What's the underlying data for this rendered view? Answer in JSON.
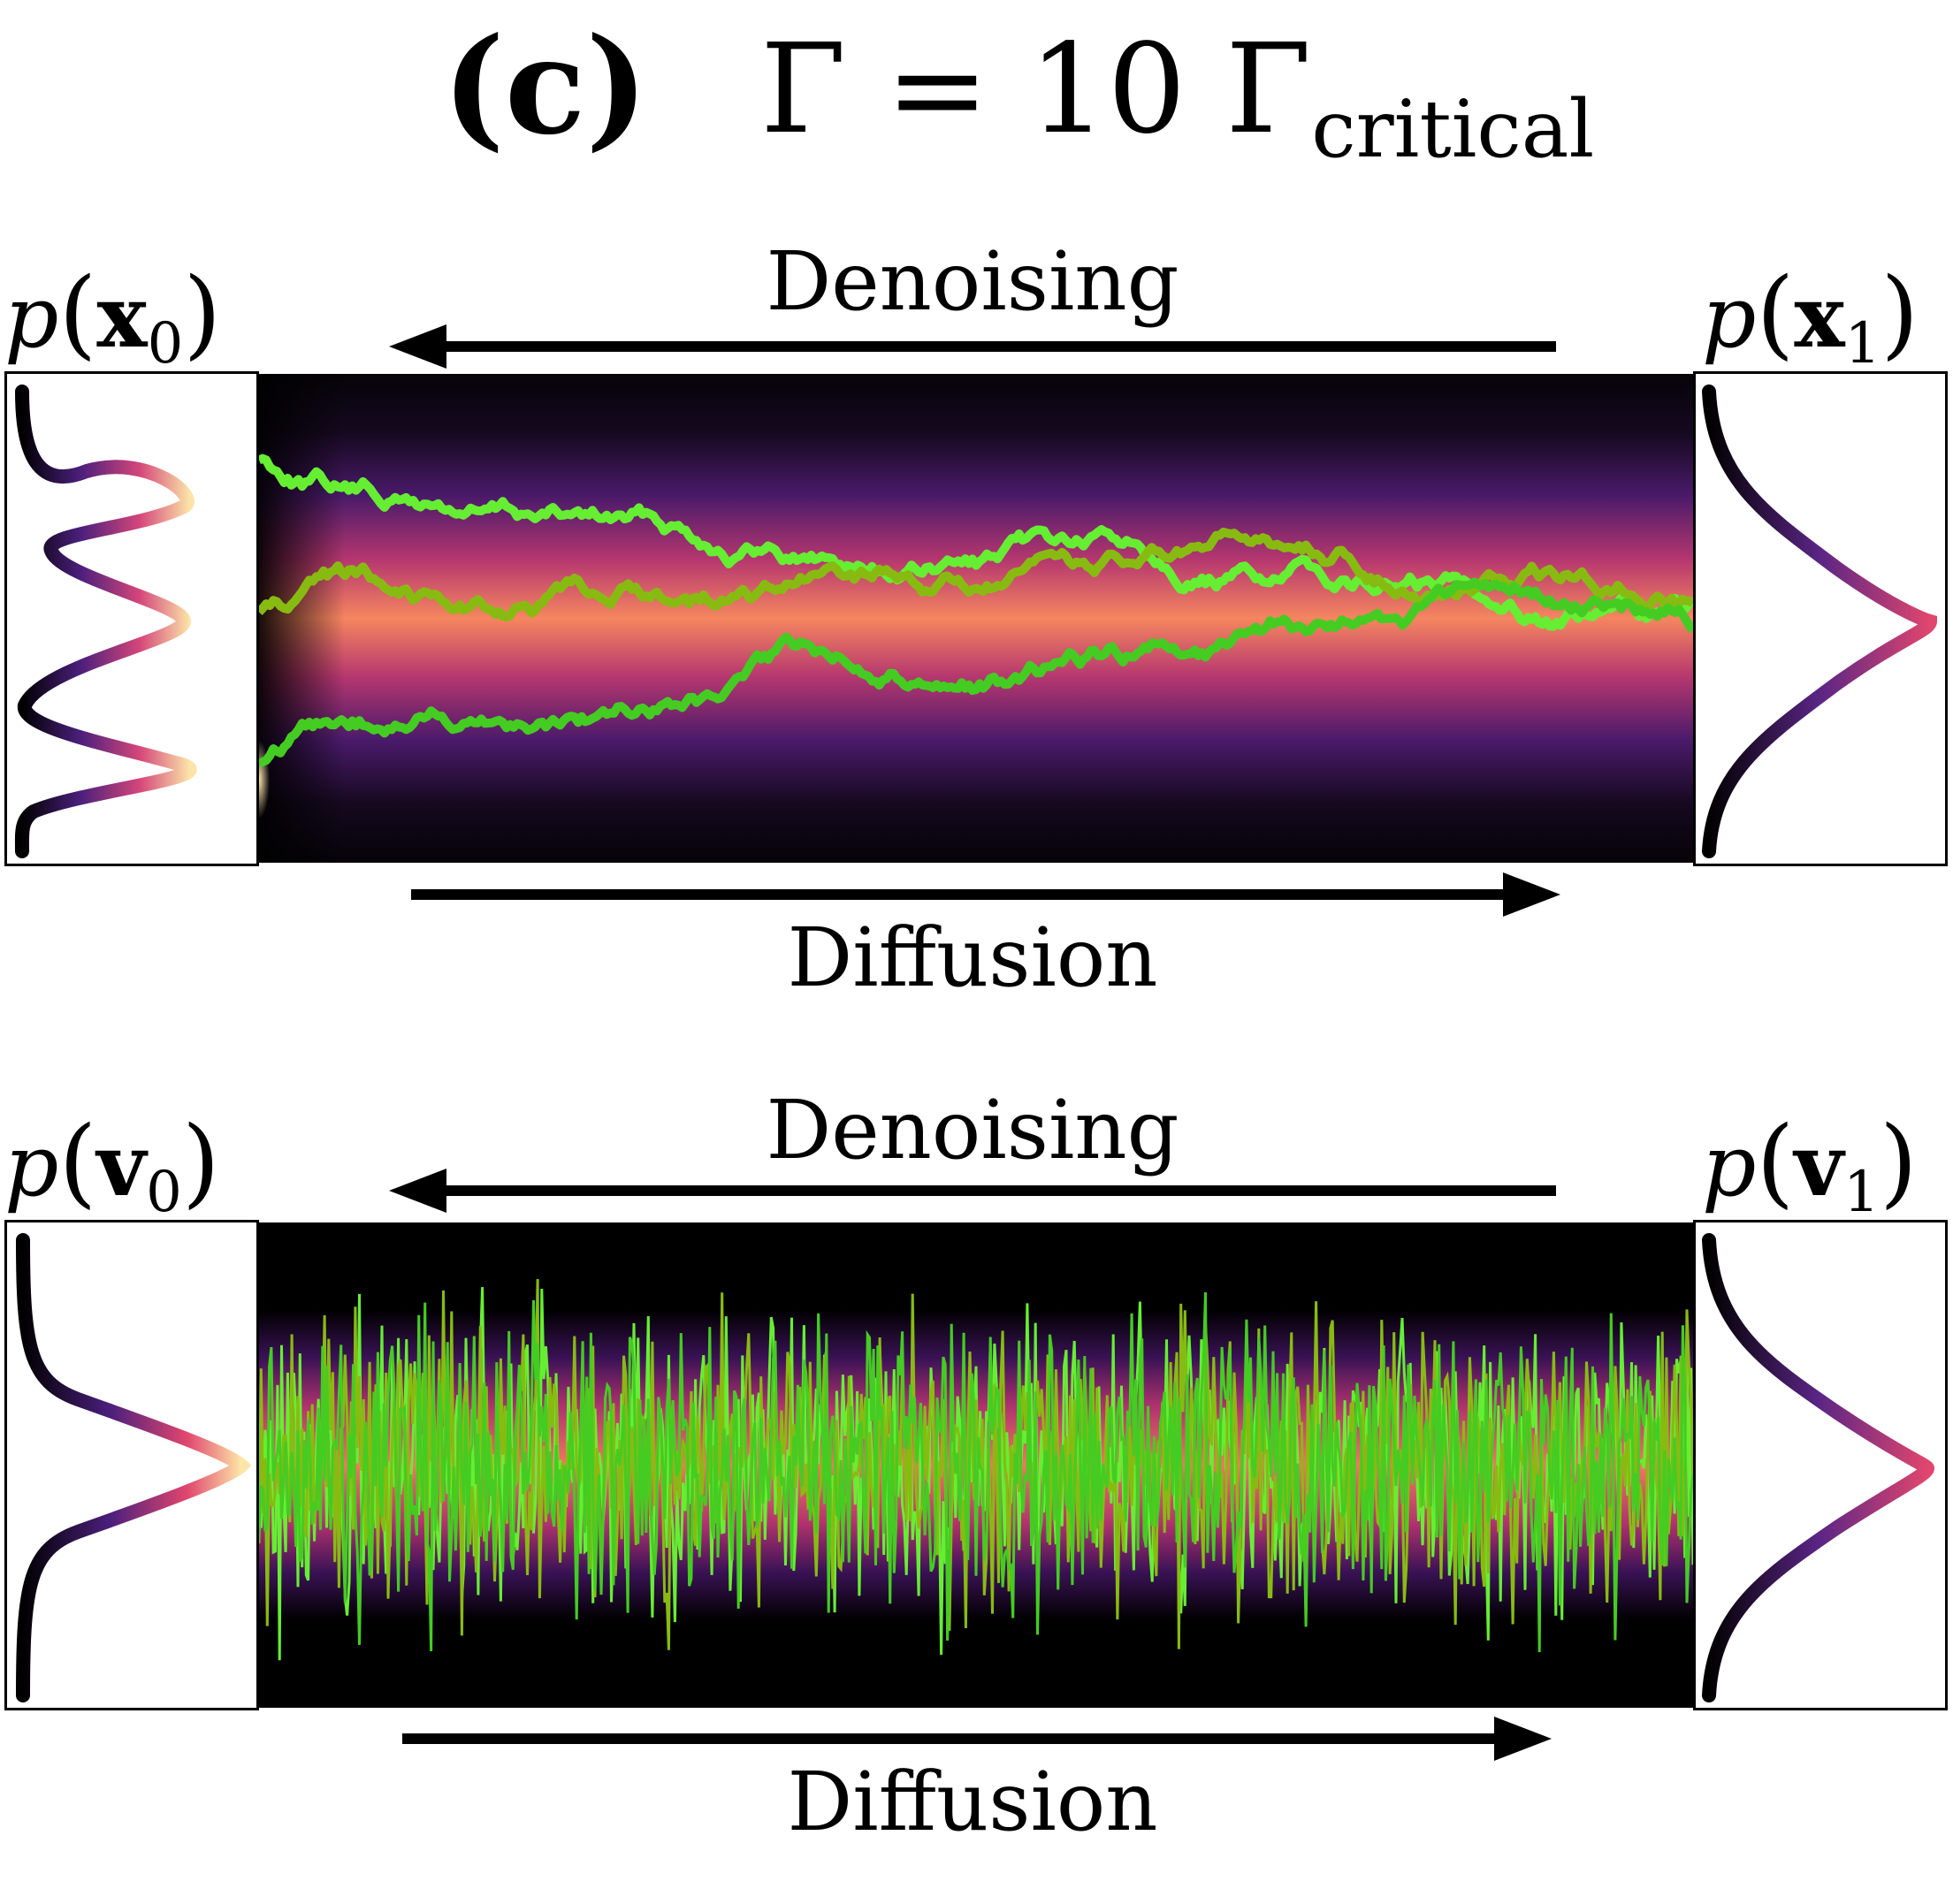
{
  "title": {
    "label": "(c)",
    "lhs": "Γ = 10 Γ",
    "sub": "critical"
  },
  "top_panel": {
    "denoising": "Denoising",
    "diffusion": "Diffusion",
    "left_label": {
      "p": "p",
      "open": "(",
      "var": "x",
      "idx": "0",
      "close": ")"
    },
    "right_label": {
      "p": "p",
      "open": "(",
      "var": "x",
      "idx": "1",
      "close": ")"
    }
  },
  "bottom_panel": {
    "denoising": "Denoising",
    "diffusion": "Diffusion",
    "left_label": {
      "p": "p",
      "open": "(",
      "var": "v",
      "idx": "0",
      "close": ")"
    },
    "right_label": {
      "p": "p",
      "open": "(",
      "var": "v",
      "idx": "1",
      "close": ")"
    }
  },
  "colors": {
    "trajectory_light": "#66ee33",
    "trajectory_mid": "#44cc22",
    "trajectory_olive": "#88bb11",
    "density_low": "#050308",
    "density_mid": "#5a1e7a",
    "density_high": "#f07a5e",
    "density_peak": "#fde6a8"
  }
}
